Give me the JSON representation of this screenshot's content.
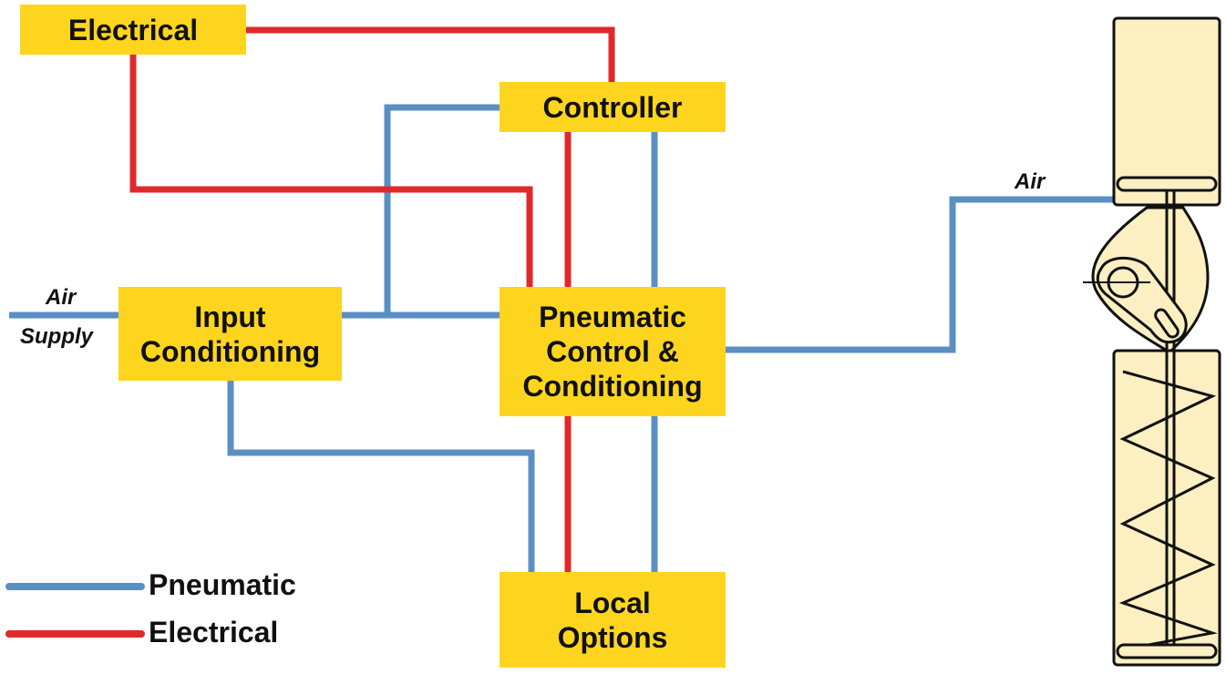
{
  "colors": {
    "pneumatic": "#5b8fc4",
    "electrical": "#e0292b",
    "box_fill": "#fdd51f",
    "actuator_fill": "#fcefc2"
  },
  "boxes": {
    "electrical": "Electrical",
    "controller": "Controller",
    "input_line1": "Input",
    "input_line2": "Conditioning",
    "pneumatic_line1": "Pneumatic",
    "pneumatic_line2": "Control &",
    "pneumatic_line3": "Conditioning",
    "local_line1": "Local",
    "local_line2": "Options"
  },
  "labels": {
    "air_supply_top": "Air",
    "air_supply_bottom": "Supply",
    "air_out": "Air"
  },
  "legend": {
    "pneumatic": "Pneumatic",
    "electrical": "Electrical"
  }
}
